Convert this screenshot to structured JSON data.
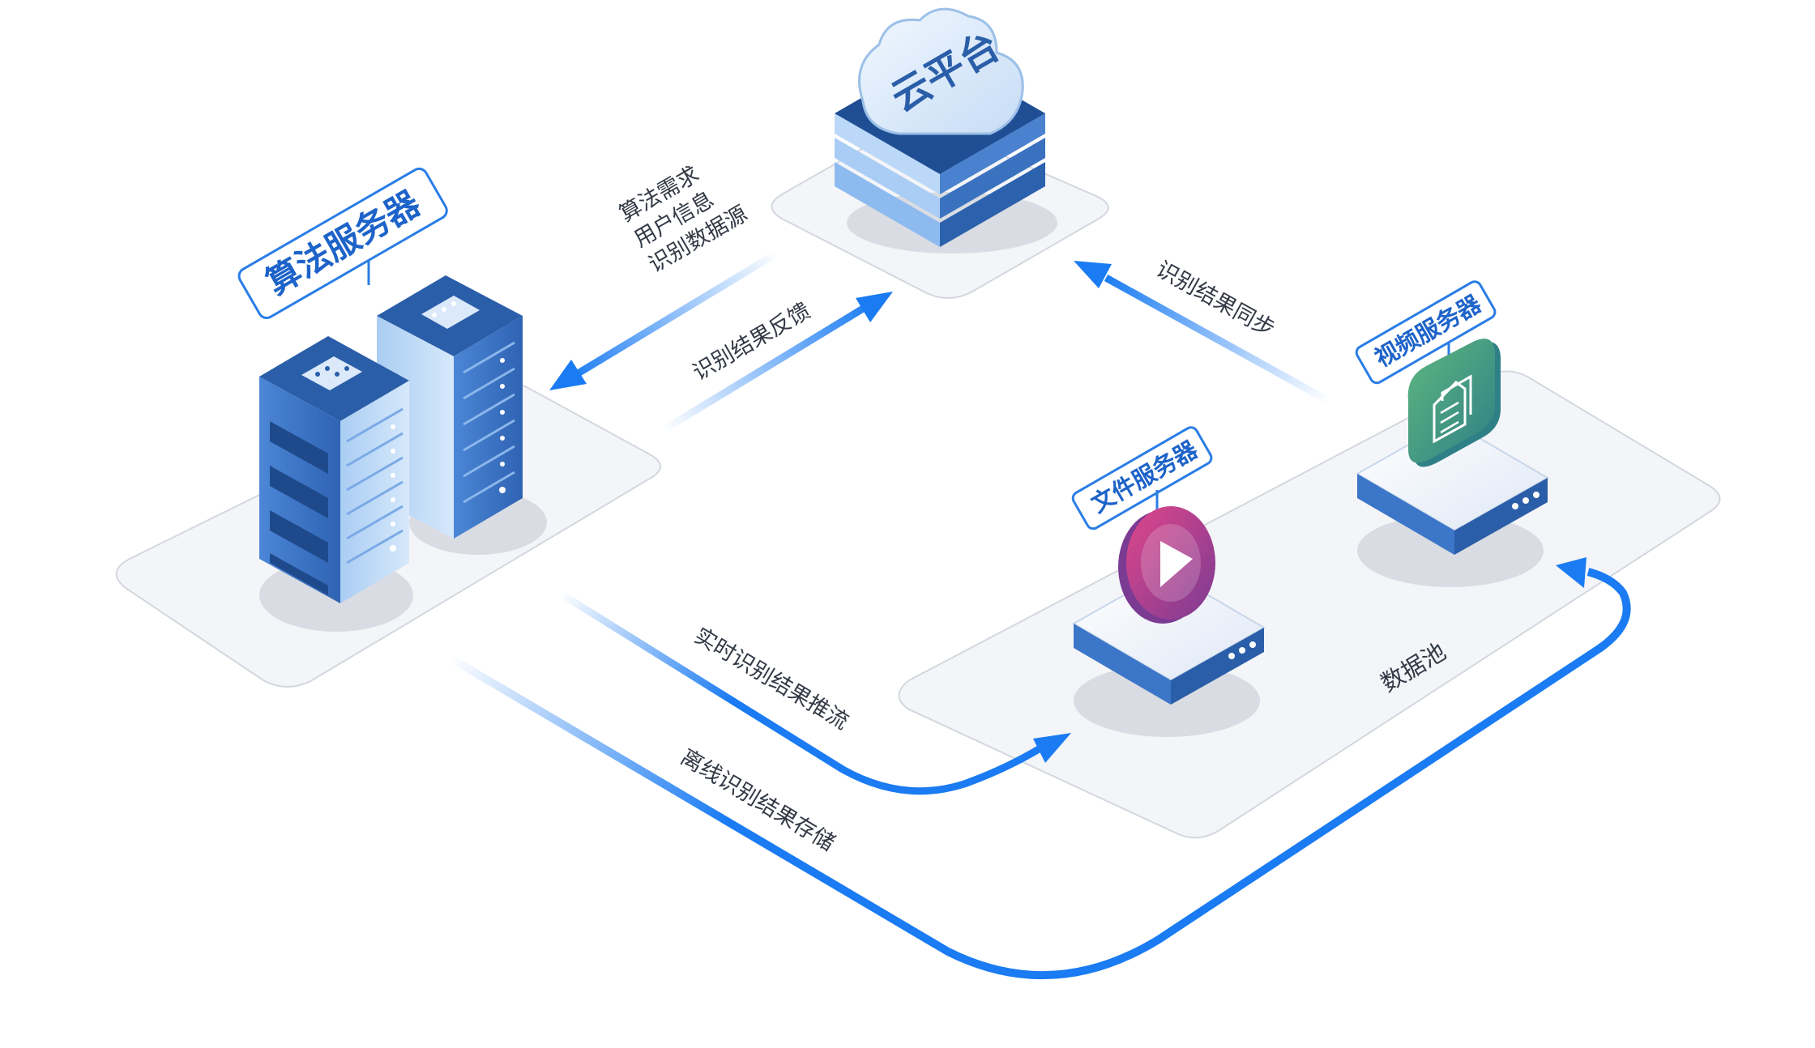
{
  "nodes": {
    "cloud_platform": "云平台",
    "algorithm_server": "算法服务器",
    "video_server": "视频服务器",
    "file_server": "文件服务器",
    "data_pool": "数据池"
  },
  "flows": {
    "algo_request": [
      "算法需求",
      "用户信息",
      "识别数据源"
    ],
    "result_feedback": "识别结果反馈",
    "result_sync": "识别结果同步",
    "realtime_push": "实时识别结果推流",
    "offline_store": "离线识别结果存储"
  },
  "colors": {
    "arrow": "#1a7bf2",
    "platform": "#f5f6f8",
    "tag_border": "#2a7de6",
    "server_dark": "#2b5fa8",
    "server_light": "#b9d6f6",
    "play_icon": "#c93a7a",
    "doc_icon": "#3f9a6f"
  }
}
